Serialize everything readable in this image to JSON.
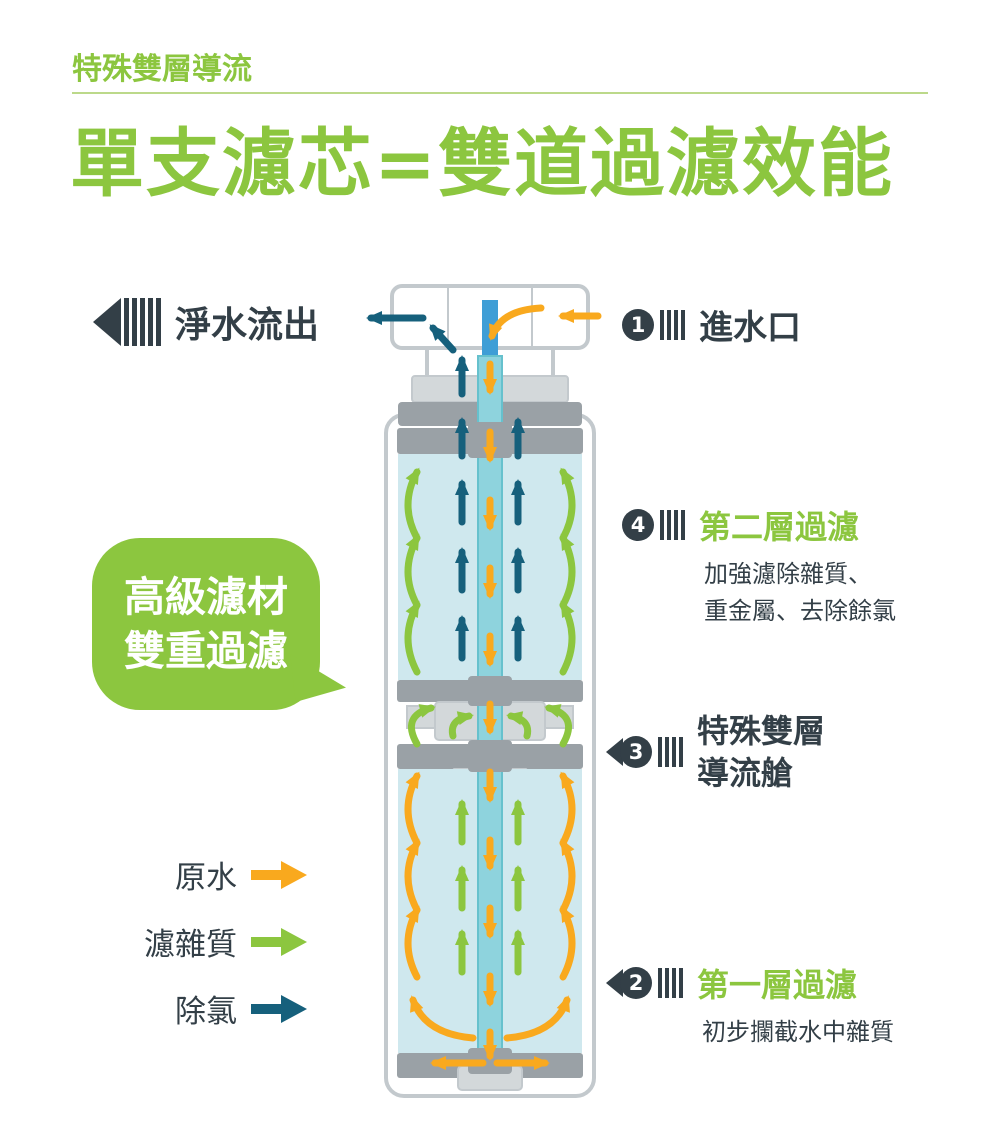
{
  "header": {
    "eyebrow": "特殊雙層導流",
    "title": "單支濾芯=雙道過濾效能"
  },
  "labels": {
    "clean_water_out": "淨水流出",
    "inlet": {
      "num": "1",
      "label": "進水口"
    },
    "second_layer": {
      "num": "4",
      "label": "第二層過濾",
      "desc1": "加強濾除雜質、",
      "desc2": "重金屬、去除餘氯"
    },
    "flow_chamber": {
      "num": "3",
      "line1": "特殊雙層",
      "line2": "導流艙"
    },
    "first_layer": {
      "num": "2",
      "label": "第一層過濾",
      "desc": "初步攔截水中雜質"
    }
  },
  "bubble": {
    "line1": "高級濾材",
    "line2": "雙重過濾"
  },
  "legend": [
    {
      "label": "原水",
      "color": "#F9A91E"
    },
    {
      "label": "濾雜質",
      "color": "#8CC63F"
    },
    {
      "label": "除氯",
      "color": "#16607C"
    }
  ],
  "colors": {
    "green": "#8CC63F",
    "dark": "#333F47",
    "orange": "#F9A91E",
    "teal": "#16607C",
    "chamber": "#CFE8EE",
    "tube": "#8ED3DD",
    "tubeStroke": "#66C1CD",
    "tubeTop": "#3F9ED6",
    "outline": "#C3C9CD",
    "cap": "#9AA1A6",
    "light": "#D3D8DA",
    "divider": "#BCD98A"
  }
}
